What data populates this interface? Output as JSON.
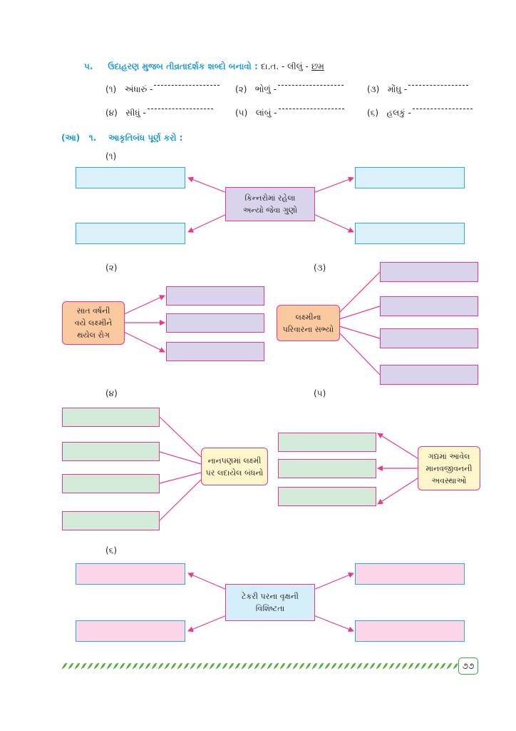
{
  "exercise5": {
    "number": "૫.",
    "instruction": "ઉદાહરણ મુજબ તીવ્રતાદર્શક શબ્દો બનાવો :",
    "example_prefix": "દા.ત. - લીલું -",
    "example_answer": "છમ",
    "items": [
      {
        "n": "(૧)",
        "word": "અંધારું -"
      },
      {
        "n": "(૨)",
        "word": "ભોળું -"
      },
      {
        "n": "(૩)",
        "word": "મોંઘુ -"
      },
      {
        "n": "(૪)",
        "word": "સીધું -"
      },
      {
        "n": "(૫)",
        "word": "લાંબું -"
      },
      {
        "n": "(૬)",
        "word": "હલકું -"
      }
    ]
  },
  "sectionA": {
    "label": "(આ)",
    "number": "૧.",
    "instruction": "આકૃતિબંધ પૂર્ણ કરો :"
  },
  "diagrams": {
    "d1": {
      "label": "(૧)",
      "center": [
        "કિન્નરોમાં રહેલા",
        "અન્યો જેવા ગુણો"
      ]
    },
    "d2": {
      "label": "(૨)",
      "center": [
        "સાત વર્ષની",
        "વયે લક્ષ્મીને",
        "થયેલ રોગ"
      ]
    },
    "d3": {
      "label": "(૩)",
      "center": [
        "લક્ષ્મીના",
        "પરિવારના સભ્યો"
      ]
    },
    "d4": {
      "label": "(૪)",
      "center": [
        "નાનપણમાં લક્ષ્મી",
        "પર લદાયેલ બંધનો"
      ]
    },
    "d5": {
      "label": "(૫)",
      "center": [
        "ગદ્યમાં આવેલ",
        "માનવજીવનની",
        "અવસ્થાઓ"
      ]
    },
    "d6": {
      "label": "(૬)",
      "center": [
        "ટેકરી પરના વૃક્ષની",
        "વિશિષ્ટતા"
      ]
    }
  },
  "footer": {
    "page_number": "૭૭"
  },
  "colors": {
    "heading": "#1a9ad6",
    "arrow": "#e6398f",
    "blue_border": "#29abe2",
    "green": "#3aa64a"
  }
}
